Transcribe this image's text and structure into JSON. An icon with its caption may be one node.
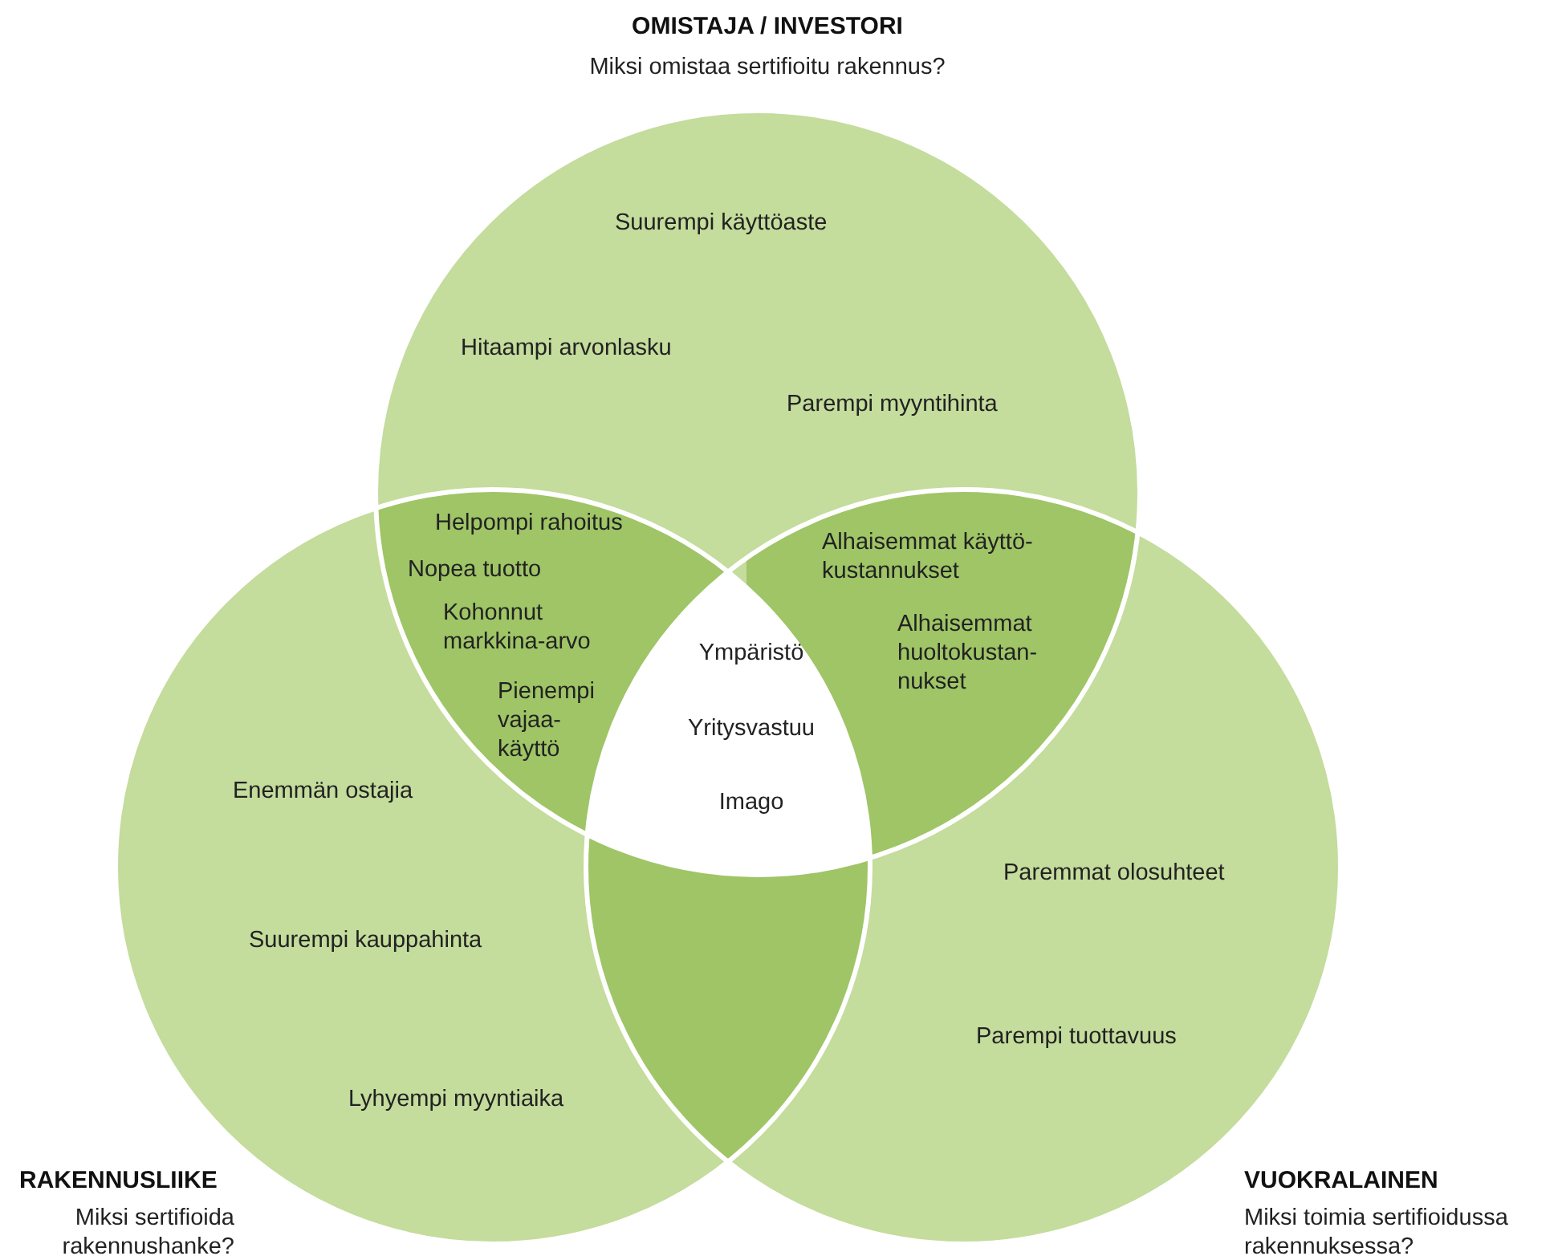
{
  "diagram": {
    "nodes": [
      {
        "text": [
          "OMISTAJA / INVESTORI",
          "Miksi omistaa sertifioitu rakennus?",
          "Suurempi käyttöaste",
          "Hitaampi arvonlasku",
          "Parempi myyntihinta"
        ]
      },
      {
        "text": [
          "RAKENNUSLIIKE",
          "Miksi sertifioida rakennushanke?",
          "Enemmän ostajia",
          "Suurempi kauppahinta",
          "Lyhyempi myyntiaika"
        ]
      },
      {
        "text": [
          "VUOKRALAINEN",
          "Miksi toimia sertifioidussa rakennuksessa?",
          "Paremmat olosuhteet",
          "Parempi tuottavuus"
        ]
      },
      {
        "text": [
          "Helpompi rahoitus",
          "Nopea tuotto",
          "Kohonnut markkina-arvo",
          "Pienempi vajaa- käyttö"
        ]
      },
      {
        "text": [
          "Alhaisemmat käyttö- kustannukset",
          "Alhaisemmat huoltokustan- nukset"
        ]
      },
      {
        "text": [],
        "shape": "lens"
      },
      {
        "text": [
          "Ympäristö",
          "Yritysvastuu",
          "Imago"
        ]
      }
    ]
  }
}
